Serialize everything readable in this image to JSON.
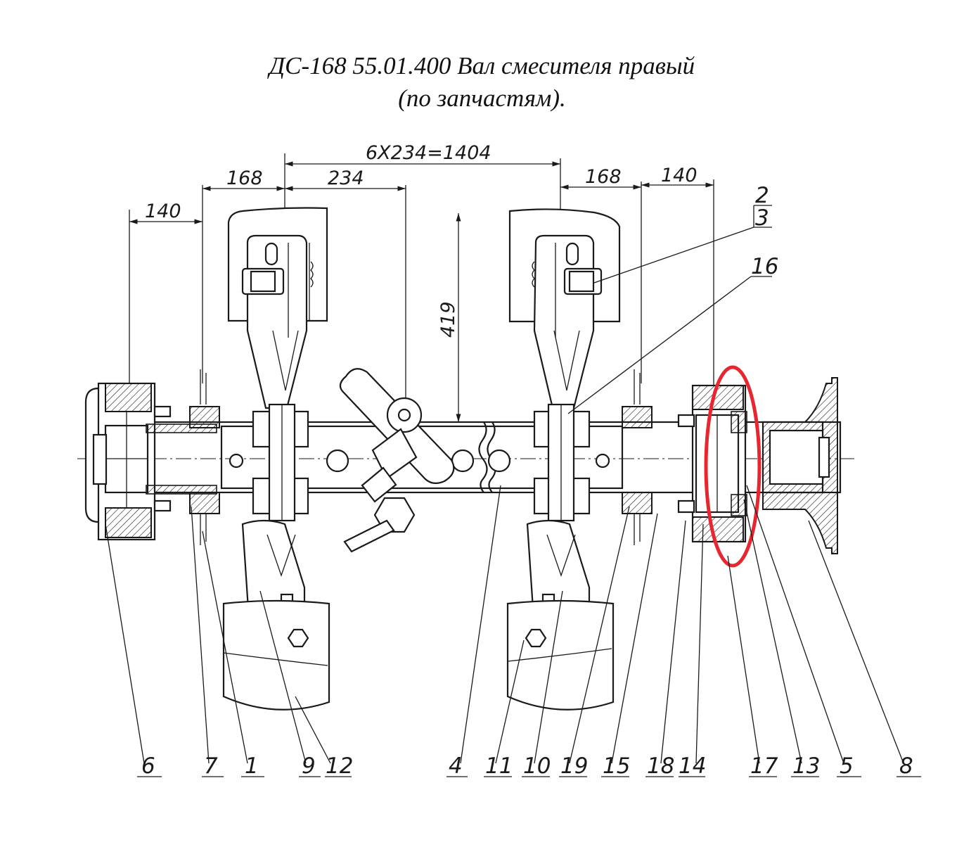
{
  "title": {
    "line1": "ДС-168 55.01.400 Вал смесителя правый",
    "line2": "(по запчастям)."
  },
  "dimensions": {
    "total": "6X234=1404",
    "left_168": "168",
    "pitch_234": "234",
    "left_140": "140",
    "right_168": "168",
    "right_140": "140",
    "height_419": "419"
  },
  "part_labels": {
    "bottom": [
      "6",
      "7",
      "1",
      "9",
      "12",
      "4",
      "11",
      "10",
      "19",
      "15",
      "18",
      "14",
      "17",
      "13",
      "5",
      "8"
    ],
    "top": [
      "2",
      "3",
      "16"
    ]
  },
  "highlight": {
    "color": "#e8262f"
  }
}
